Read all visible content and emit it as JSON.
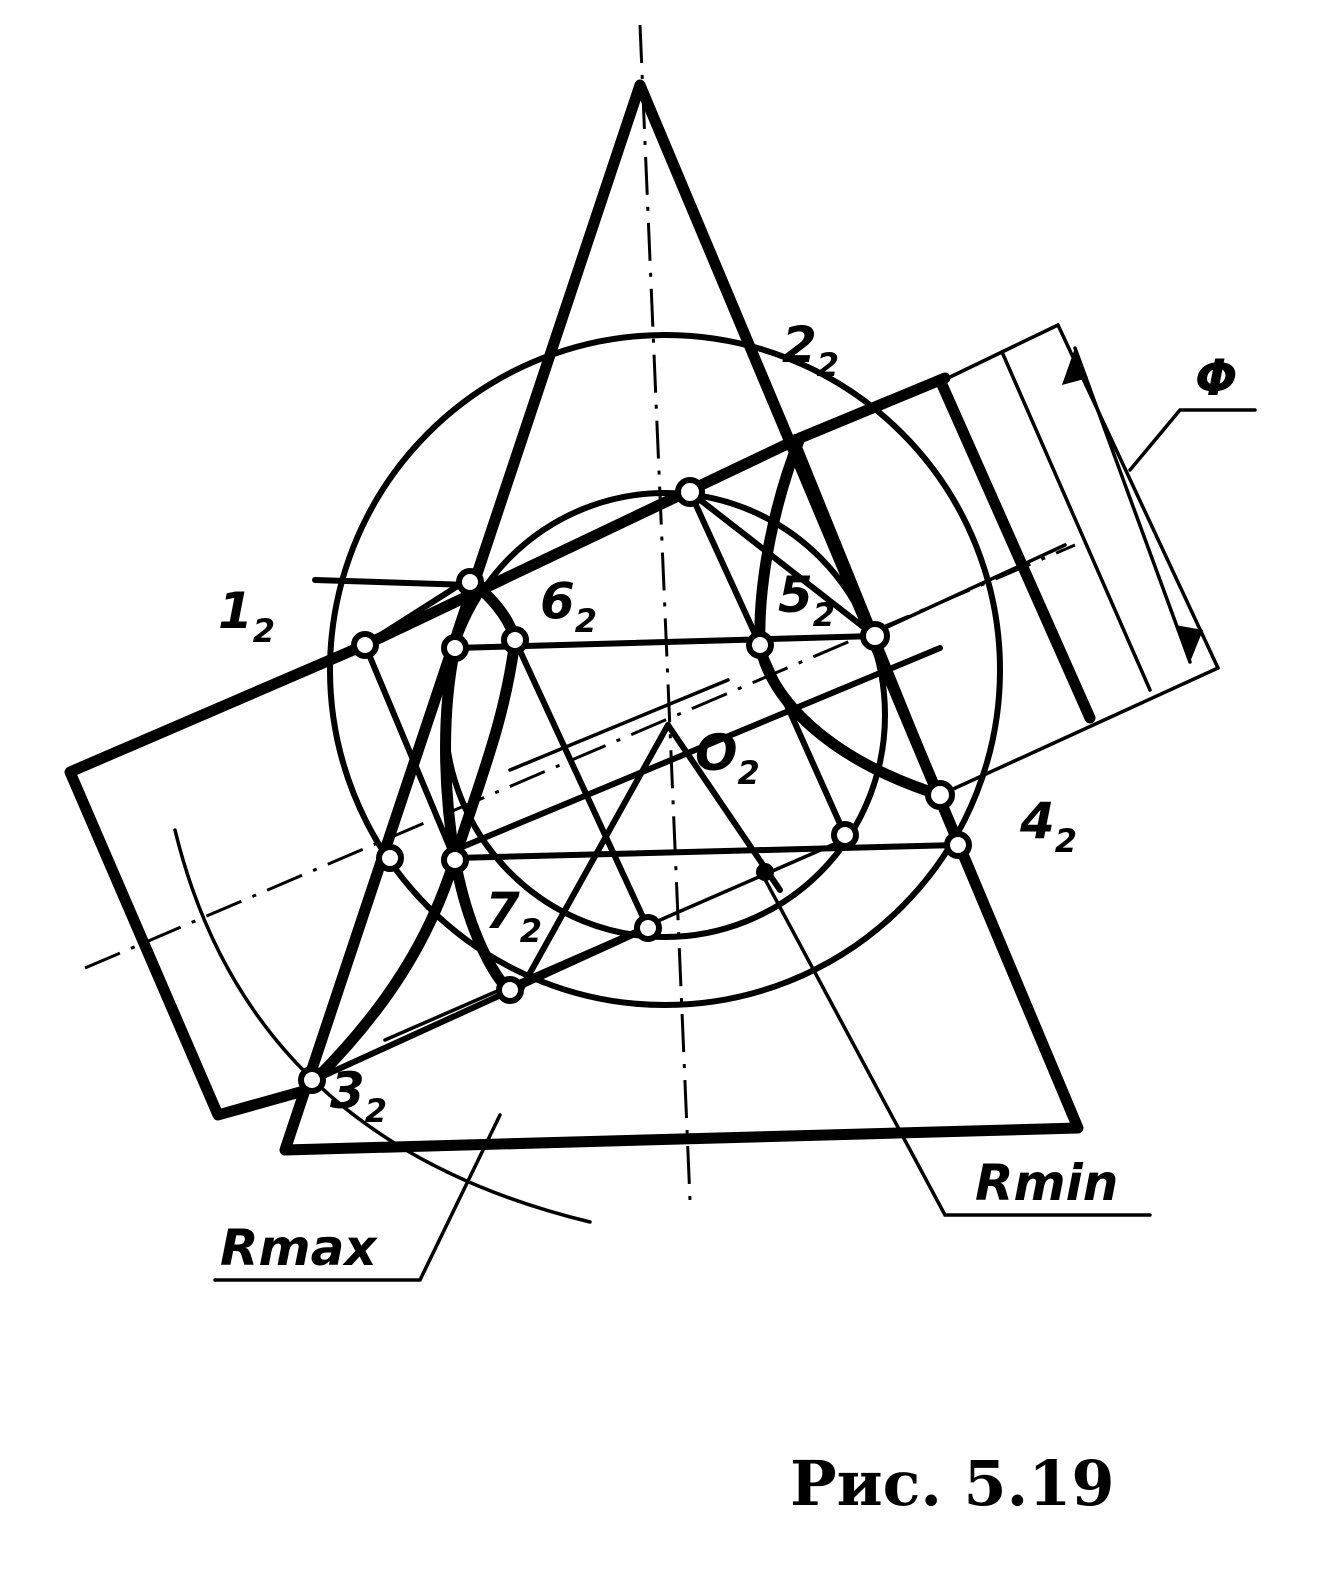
{
  "labels": {
    "p1": {
      "main": "1",
      "sub": "2"
    },
    "p2": {
      "main": "2",
      "sub": "2"
    },
    "p3": {
      "main": "3",
      "sub": "2"
    },
    "p4": {
      "main": "4",
      "sub": "2"
    },
    "p5": {
      "main": "5",
      "sub": "2"
    },
    "p6": {
      "main": "6",
      "sub": "2"
    },
    "p7": {
      "main": "7",
      "sub": "2"
    },
    "o2": {
      "main": "O",
      "sub": "2"
    },
    "phi": "Φ",
    "rmax": "Rmax",
    "rmin": "Rmin"
  },
  "caption": "Рис. 5.19"
}
